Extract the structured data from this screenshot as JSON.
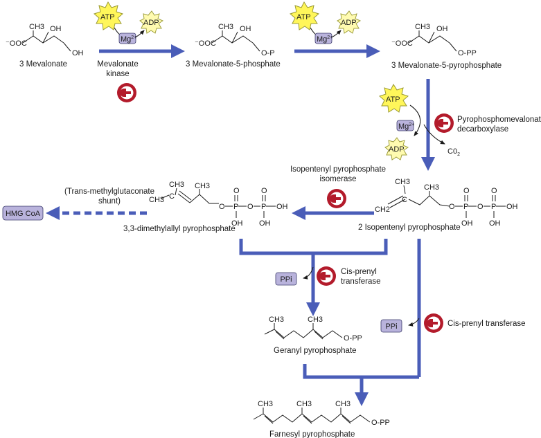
{
  "compounds": {
    "mevalonate": {
      "name": "3 Mevalonate",
      "coo": "⁻OOC",
      "ch3": "CH3",
      "oh1": "OH",
      "oh2": "OH"
    },
    "m5p": {
      "name": "3 Mevalonate-5-phosphate",
      "coo": "⁻OOC",
      "ch3": "CH3",
      "oh": "OH",
      "tail": "O-P"
    },
    "m5pp": {
      "name": "3 Mevalonate-5-pyrophosphate",
      "coo": "⁻OOC",
      "ch3": "CH3",
      "oh": "OH",
      "tail": "O-PP"
    },
    "ipp": {
      "name": "2 Isopentenyl pyrophosphate",
      "ch2": "CH2",
      "c": "C",
      "ch3": "CH3",
      "o": "O",
      "p": "P",
      "oh": "OH"
    },
    "dmapp": {
      "name": "3,3-dimethylallyl pyrophosphate",
      "ch3": "CH3",
      "c": "C",
      "o": "O",
      "p": "P",
      "oh": "OH"
    },
    "geranyl": {
      "name": "Geranyl pyrophosphate",
      "ch3": "CH3",
      "tail": "O-PP"
    },
    "farnesyl": {
      "name": "Farnesyl pyrophosphate",
      "ch3": "CH3",
      "tail": "O-PP"
    }
  },
  "enzymes": {
    "mevalonate_kinase": {
      "line1": "Mevalonate",
      "line2": "kinase"
    },
    "decarboxylase": {
      "line1": "Pyrophosphomevalonate",
      "line2": "decarboxylase"
    },
    "isomerase": {
      "line1": "Isopentenyl pyrophosphate",
      "line2": "isomerase"
    },
    "cis_prenyl_1": {
      "line1": "Cis-prenyl",
      "line2": "transferase"
    },
    "cis_prenyl_2": {
      "line1": "Cis-prenyl transferase"
    }
  },
  "cofactors": {
    "atp": "ATP",
    "adp": "ADP",
    "mg": "Mg",
    "mg_charge": "2+",
    "ppi": "PPi",
    "co2": "C0",
    "co2_sub": "2"
  },
  "side_branch": {
    "shunt_line1": "(Trans-methylglutaconate",
    "shunt_line2": "shunt)",
    "hmg_coa": "HMG CoA"
  },
  "colors": {
    "flow_arrow": "#4a5db8",
    "enzyme_symbol": "#b31b2b",
    "atp_star": "#fff65a",
    "box_fill": "#b9b3dc"
  }
}
